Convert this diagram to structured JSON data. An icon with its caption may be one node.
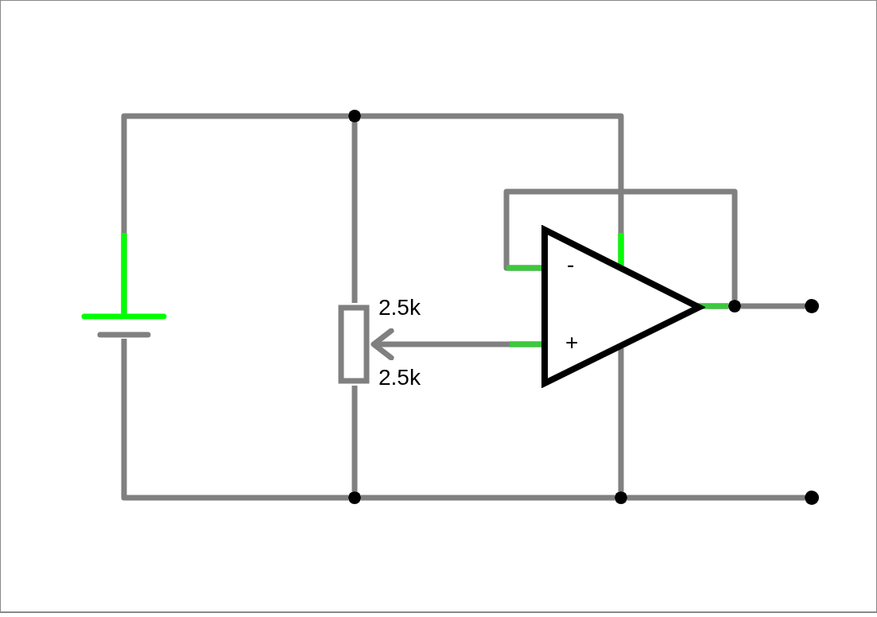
{
  "diagram": {
    "nodes": [
      {
        "text": [],
        "shape": "battery"
      },
      {
        "text": [],
        "shape": "resistor",
        "beside": [
          "2.5k",
          "2.5k"
        ]
      },
      {
        "text": [
          "-",
          "+"
        ]
      },
      {
        "text": [],
        "shape": "circle"
      },
      {
        "text": [],
        "shape": "circle"
      },
      {
        "text": [],
        "shape": "circle"
      },
      {
        "text": [],
        "shape": "circle"
      },
      {
        "text": [],
        "shape": "circle"
      },
      {
        "text": [],
        "shape": "circle"
      }
    ],
    "edges": [
      {
        "from": 2,
        "to": 1,
        "arrow": "to"
      },
      {
        "from": 8,
        "to": 3,
        "arrow": "none"
      },
      {
        "from": 0,
        "to": 5,
        "arrow": "none"
      },
      {
        "from": 5,
        "to": 2,
        "arrow": "none"
      },
      {
        "from": 5,
        "to": 1,
        "arrow": "none"
      },
      {
        "from": 1,
        "to": 6,
        "arrow": "none"
      },
      {
        "from": 0,
        "to": 6,
        "arrow": "none"
      },
      {
        "from": 6,
        "to": 7,
        "arrow": "none"
      },
      {
        "from": 7,
        "to": 4,
        "arrow": "none"
      },
      {
        "from": 2,
        "to": 7,
        "arrow": "none"
      },
      {
        "from": 2,
        "to": 8,
        "arrow": "none"
      },
      {
        "from": 2,
        "to": 8,
        "arrow": "none"
      }
    ]
  }
}
